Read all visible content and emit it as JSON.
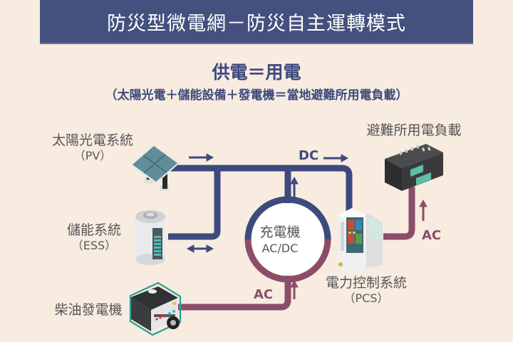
{
  "header": {
    "title": "防災型微電網－防災自主運轉模式"
  },
  "equation": {
    "main": "供電＝用電",
    "sub": "（太陽光電＋儲能設備＋發電機＝當地避難所用電負載）"
  },
  "components": {
    "pv": {
      "name": "太陽光電系統",
      "abbr": "（PV）",
      "icon": "solar-panel-icon"
    },
    "ess": {
      "name": "儲能系統",
      "abbr": "（ESS）",
      "icon": "battery-icon"
    },
    "generator": {
      "name": "柴油發電機",
      "icon": "generator-icon"
    },
    "charger": {
      "name": "充電機",
      "type": "AC/DC"
    },
    "pcs": {
      "name": "電力控制系統",
      "abbr": "（PCS）",
      "icon": "control-cabinet-icon"
    },
    "load": {
      "name": "避難所用電負載",
      "icon": "load-server-icon"
    }
  },
  "flows": {
    "dc_label": "DC",
    "ac_label_generator": "AC",
    "ac_label_load": "AC"
  },
  "colors": {
    "background": "#f8ebe0",
    "header": "#44517e",
    "dc_line": "#3d4a7d",
    "ac_line": "#8b4d68",
    "label_text": "#555555"
  }
}
